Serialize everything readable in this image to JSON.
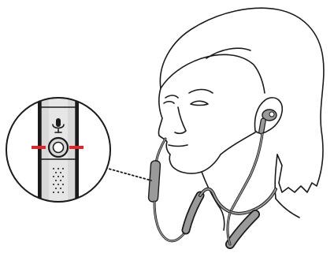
{
  "illustration": {
    "subject": "neckband-headset-on-user",
    "callout": {
      "shows": "inline-remote-control",
      "button": "mic-button",
      "icons": [
        "microphone-icon"
      ],
      "indicator_lines": 2,
      "has_speaker_grille": true
    }
  },
  "colors": {
    "background": "#ffffff",
    "line": "#1a1a1a",
    "headset": "#9a9a9a",
    "callout_body": "#d9d9d9",
    "indicator": "#e0242a"
  }
}
